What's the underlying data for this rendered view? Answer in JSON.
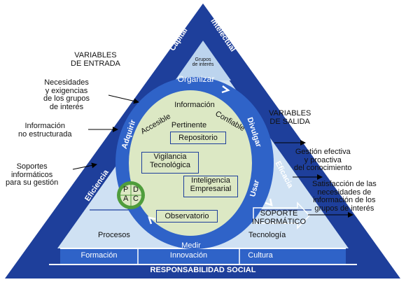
{
  "left_labels": {
    "entrada_title": [
      "VARIABLES",
      "DE ENTRADA"
    ],
    "necesidades": [
      "Necesidades",
      "y exigencias",
      "de los grupos",
      "de interés"
    ],
    "informacion": [
      "Información",
      "no estructurada"
    ],
    "soportes": [
      "Soportes",
      "informáticos",
      "para su gestión"
    ]
  },
  "right_labels": {
    "salida_title": [
      "VARIABLES",
      "DE SALIDA"
    ],
    "gestion": [
      "Gestión efectiva",
      "y proactiva",
      "del conocimiento"
    ],
    "satisfaccion": [
      "Satisfacción de las",
      "necesidades de",
      "información de los",
      "grupos de interés"
    ],
    "soporte": [
      "SOPORTE",
      "INFORMÁTICO"
    ]
  },
  "triangle": {
    "capital": "Capital",
    "intelectual": "intelectual",
    "grupos": [
      "Grupos",
      "de interés"
    ],
    "organizar": "Organizar",
    "adquirir": "Adquirir",
    "divulgar": "Divulgar",
    "usar": "Usar",
    "eficiencia_left": "Eficiencia",
    "eficacia_right": "Eficacia",
    "medir": "Medir",
    "procesos": "Procesos",
    "tecnologia": "Tecnología",
    "formacion": "Formación",
    "innovacion": "Innovación",
    "cultura": "Cultura",
    "responsabilidad": "RESPONSABILIDAD SOCIAL"
  },
  "ellipse": {
    "informacion": "Información",
    "accesible": "Accesible",
    "confiable": "Confiable",
    "pertinente": "Pertinente",
    "repositorio": "Repositorio",
    "vigilancia": [
      "Vigilancia",
      "Tecnológica"
    ],
    "inteligencia": [
      "Inteligencia",
      "Empresarial"
    ],
    "observatorio": "Observatorio"
  },
  "pdca": {
    "p": "P",
    "d": "D",
    "a": "A",
    "c": "C"
  },
  "colors": {
    "dark_blue": "#1e3f9b",
    "mid_blue": "#2f63c8",
    "light_blue": "#cfe1f3",
    "ellipse_fill": "#dce8c4",
    "pdca_green": "#4f9d3c"
  }
}
